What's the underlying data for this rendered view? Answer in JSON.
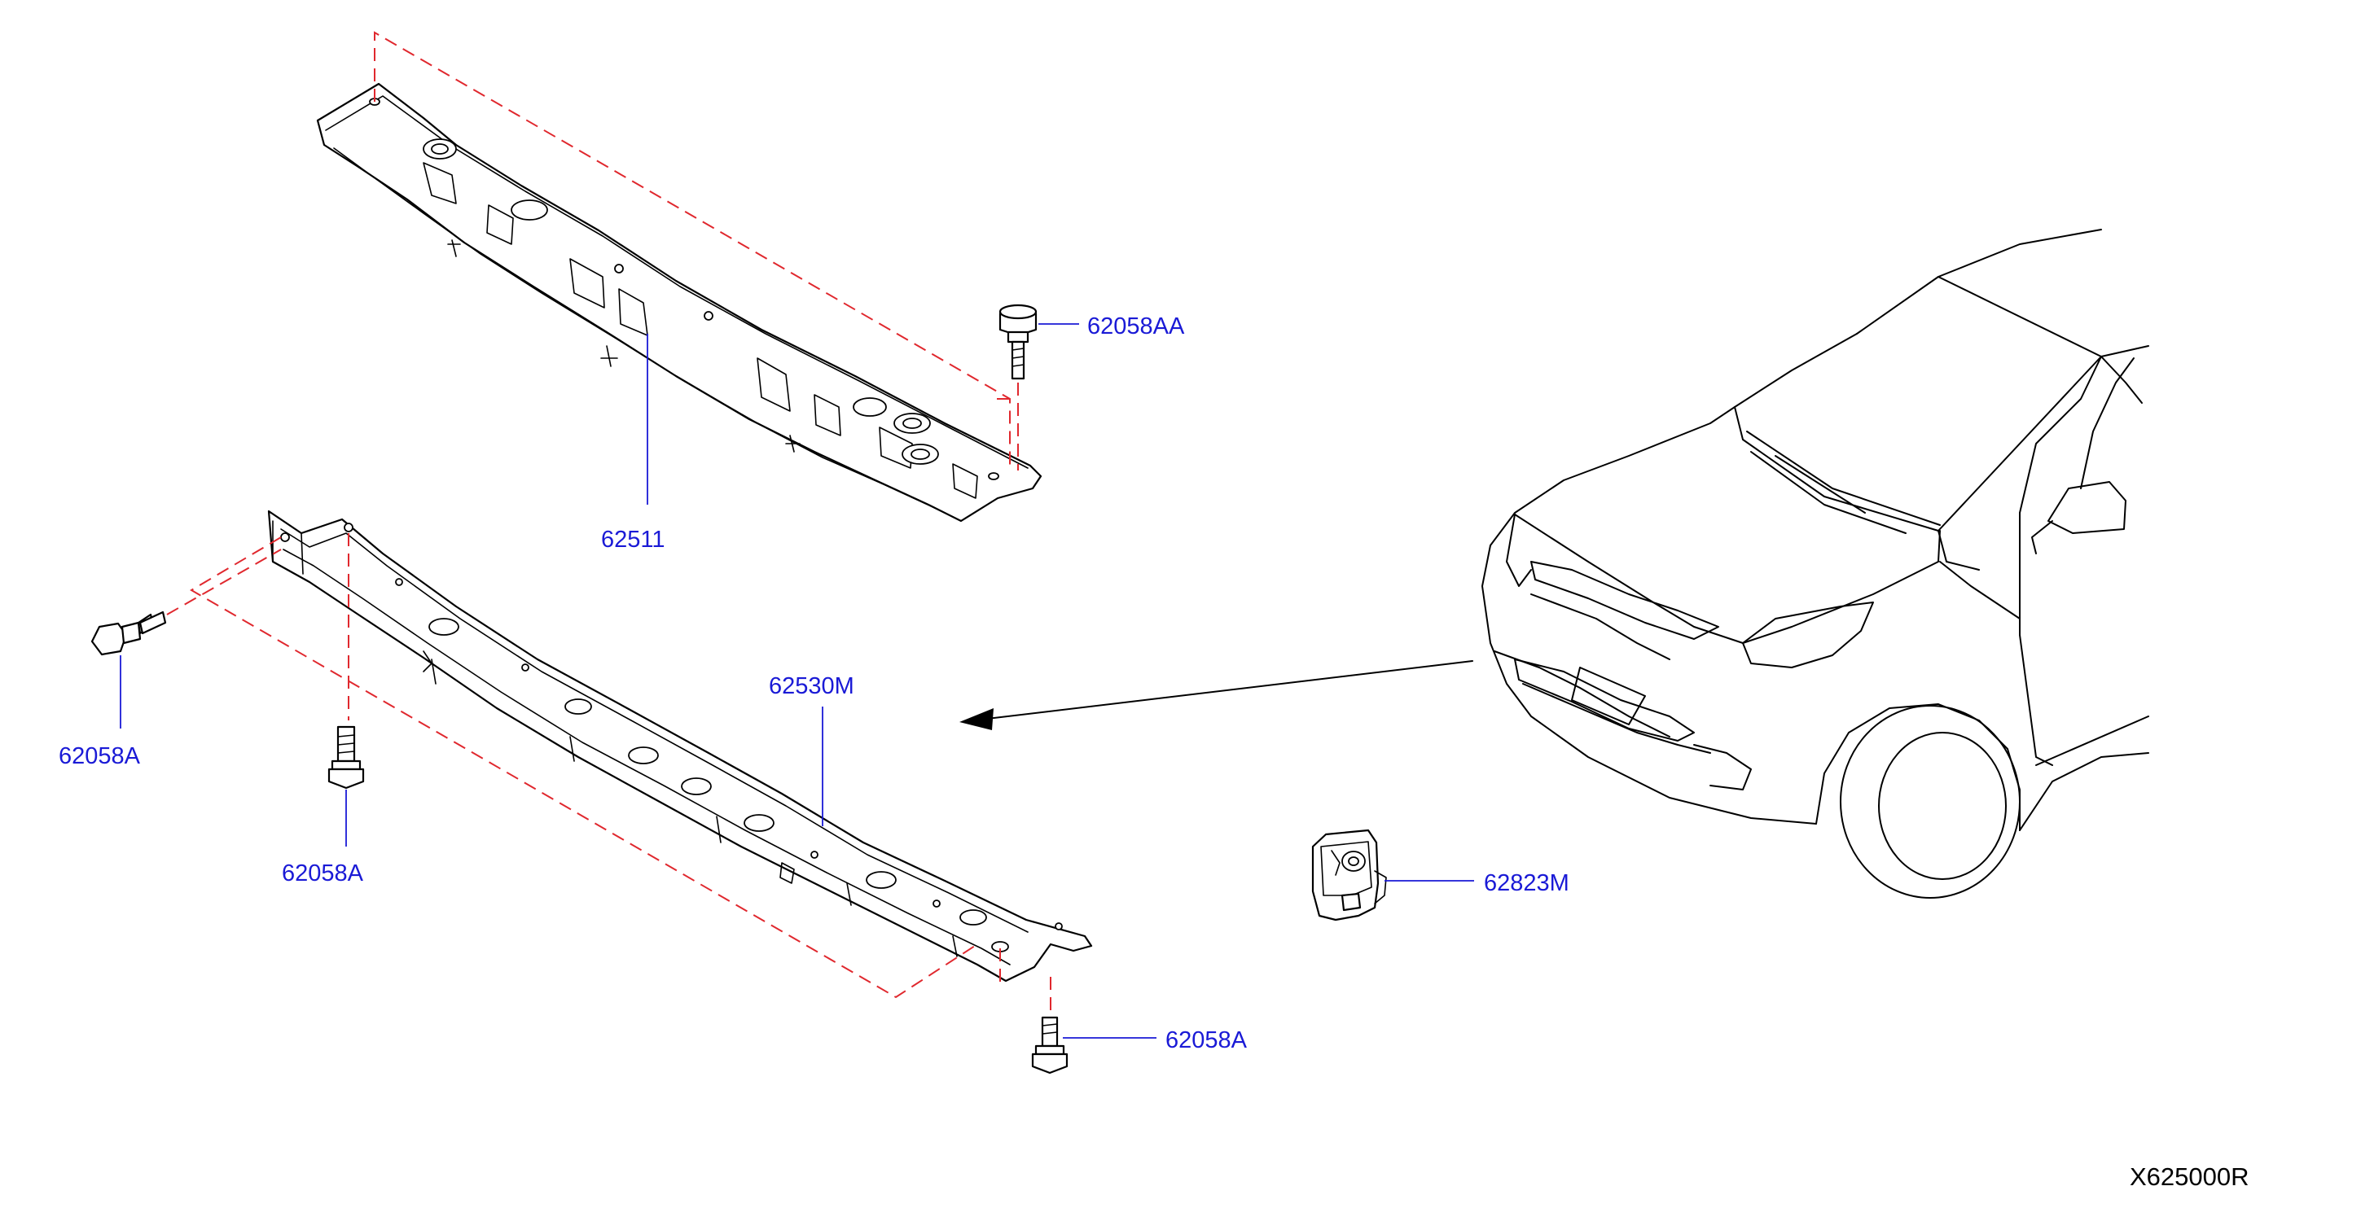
{
  "parts": {
    "p62058AA": "62058AA",
    "p62511": "62511",
    "p62530M": "62530M",
    "p62058A_left": "62058A",
    "p62058A_mid": "62058A",
    "p62058A_bottom": "62058A",
    "p62823M": "62823M"
  },
  "diagram_code": "X625000R",
  "colors": {
    "label": "#1a1ad6",
    "dashed_guide": "#e0282e",
    "line_art": "#000000"
  }
}
